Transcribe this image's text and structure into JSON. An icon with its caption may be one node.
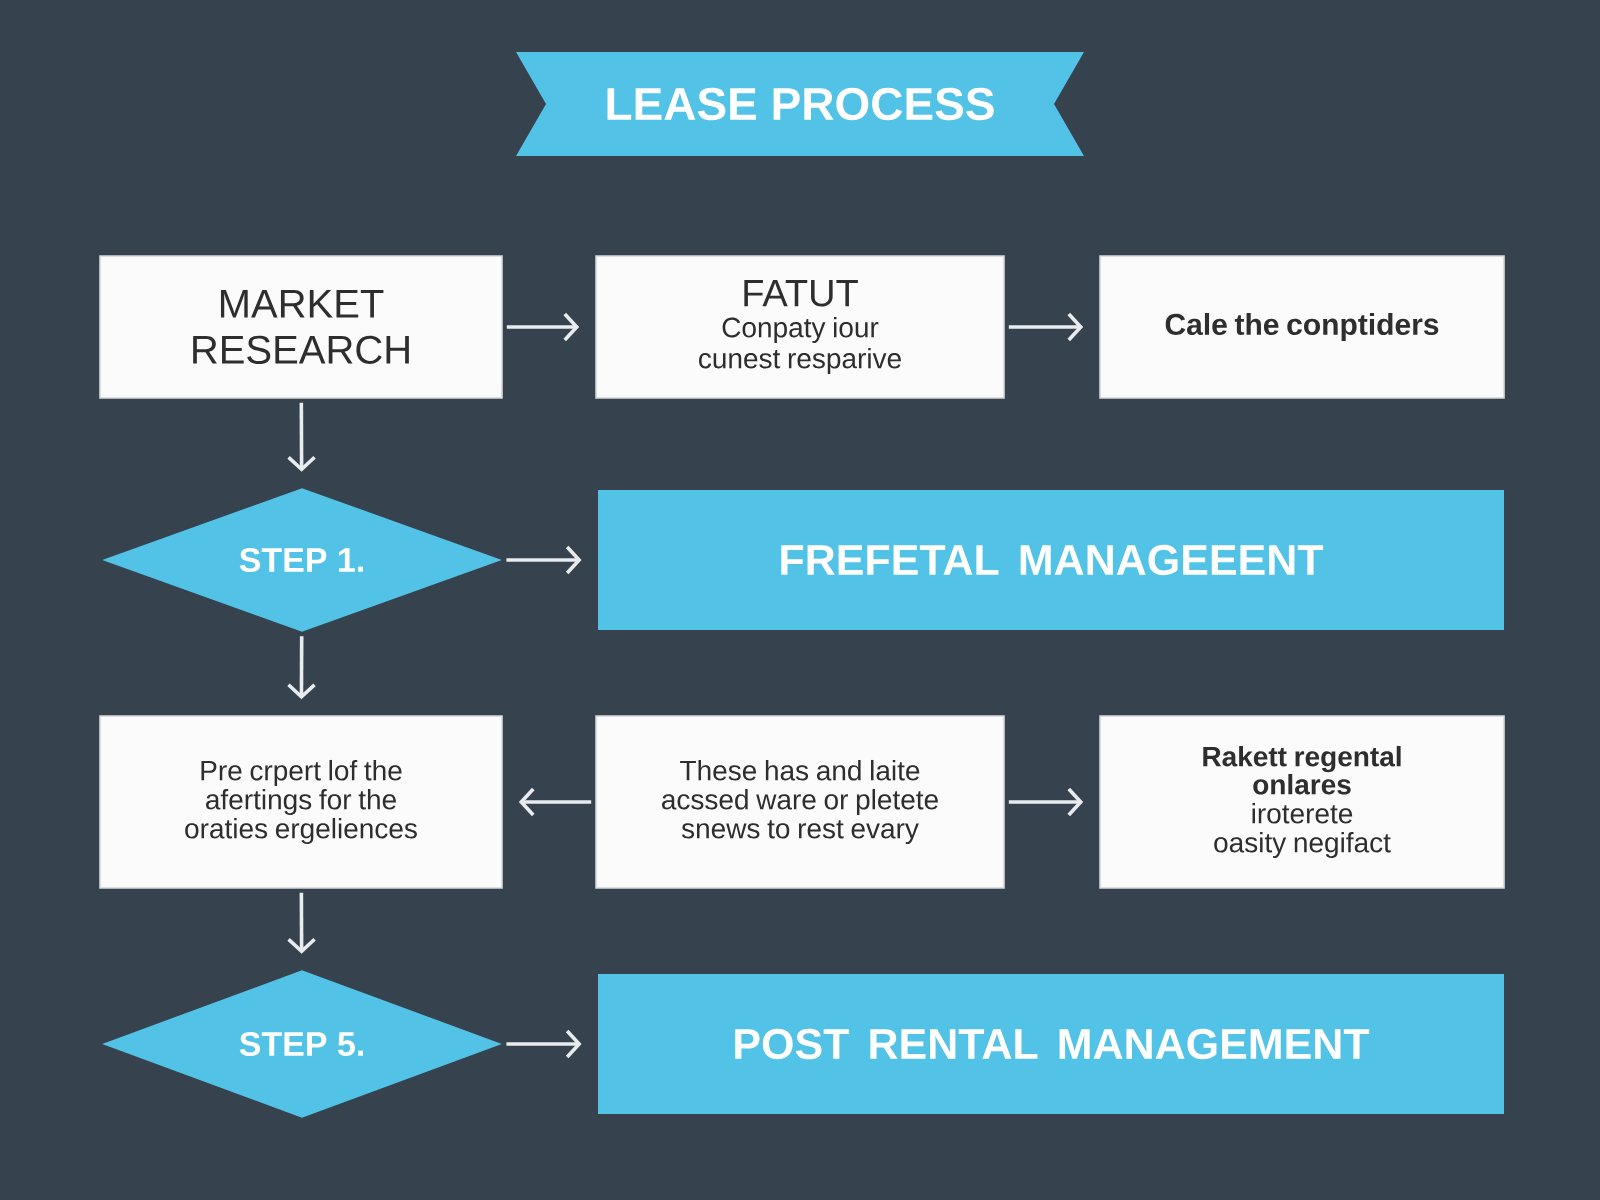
{
  "diagram": {
    "title": "LEASE PROCESS",
    "nodes": [
      {
        "text": [
          "MARKET RESEARCH"
        ]
      },
      {
        "text": [
          "FATUT",
          "Conpaty iour cunest resparive"
        ]
      },
      {
        "text": [
          "Cale the conptiders"
        ]
      },
      {
        "text": [
          "STEP 1."
        ]
      },
      {
        "text": [
          "FREFETAL MANAGEEENT"
        ]
      },
      {
        "text": [
          "Pre crpert lof the afertings for the oraties ergeliences"
        ]
      },
      {
        "text": [
          "These has and laite acssed ware or pletete snews to rest evary"
        ]
      },
      {
        "text": [
          "Rakett regental onlares",
          "iroterete oasity negifact"
        ]
      },
      {
        "text": [
          "STEP 5."
        ]
      },
      {
        "text": [
          "POST RENTAL MANAGEMENT"
        ]
      }
    ],
    "edges": [
      {
        "from": 0,
        "to": 1,
        "arrow": "to"
      },
      {
        "from": 1,
        "to": 2,
        "arrow": "to"
      },
      {
        "from": 0,
        "to": 3,
        "arrow": "to"
      },
      {
        "from": 3,
        "to": 4,
        "arrow": "to"
      },
      {
        "from": 3,
        "to": 5,
        "arrow": "to"
      },
      {
        "from": 6,
        "to": 5,
        "arrow": "to"
      },
      {
        "from": 6,
        "to": 7,
        "arrow": "to"
      },
      {
        "from": 5,
        "to": 8,
        "arrow": "to"
      },
      {
        "from": 8,
        "to": 9,
        "arrow": "to"
      }
    ]
  }
}
